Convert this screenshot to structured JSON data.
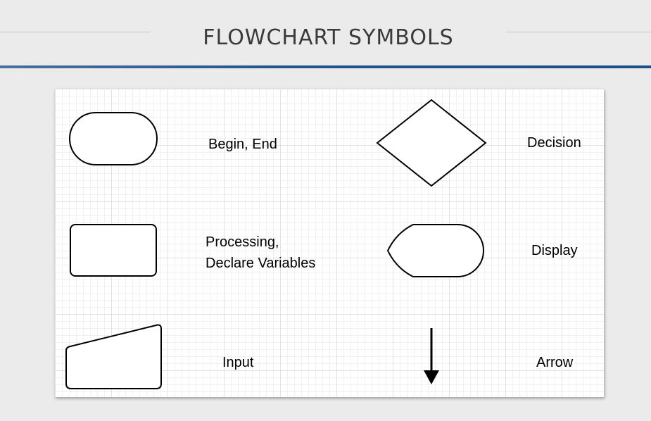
{
  "slide": {
    "title": "FLOWCHART SYMBOLS"
  },
  "symbols": {
    "begin_end": {
      "label": "Begin, End"
    },
    "processing": {
      "line1": "Processing,",
      "line2": "Declare Variables"
    },
    "input": {
      "label": "Input"
    },
    "decision": {
      "label": "Decision"
    },
    "display": {
      "label": "Display"
    },
    "arrow": {
      "label": "Arrow"
    }
  },
  "colors": {
    "header_bar": "#1c4f87",
    "background": "#ebebeb",
    "title_text": "#3a3a3a"
  }
}
